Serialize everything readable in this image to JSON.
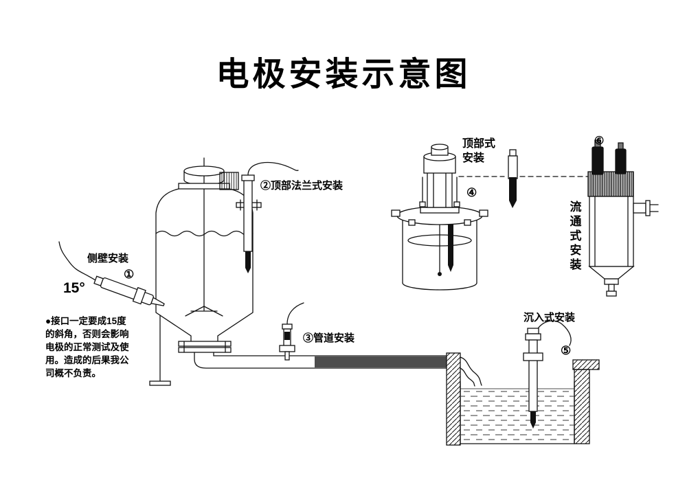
{
  "title": "电极安装示意图",
  "labels": {
    "side_wall": "侧壁安装",
    "side_wall_num": "①",
    "angle": "15°",
    "top_flange": "②顶部法兰式安装",
    "pipe": "③管道安装",
    "top_type_1": "顶部式",
    "top_type_2": "安装",
    "top_type_num": "④",
    "submersion": "沉入式安装",
    "submersion_num": "⑤",
    "flow_num": "⑥",
    "flow_vertical": "流通式安装"
  },
  "note": {
    "lines": [
      "●接口一定要成15度",
      "的斜角，否则会影响",
      "电极的正常测试及使",
      "用。造成的后果我公",
      "司概不负责。"
    ]
  }
}
